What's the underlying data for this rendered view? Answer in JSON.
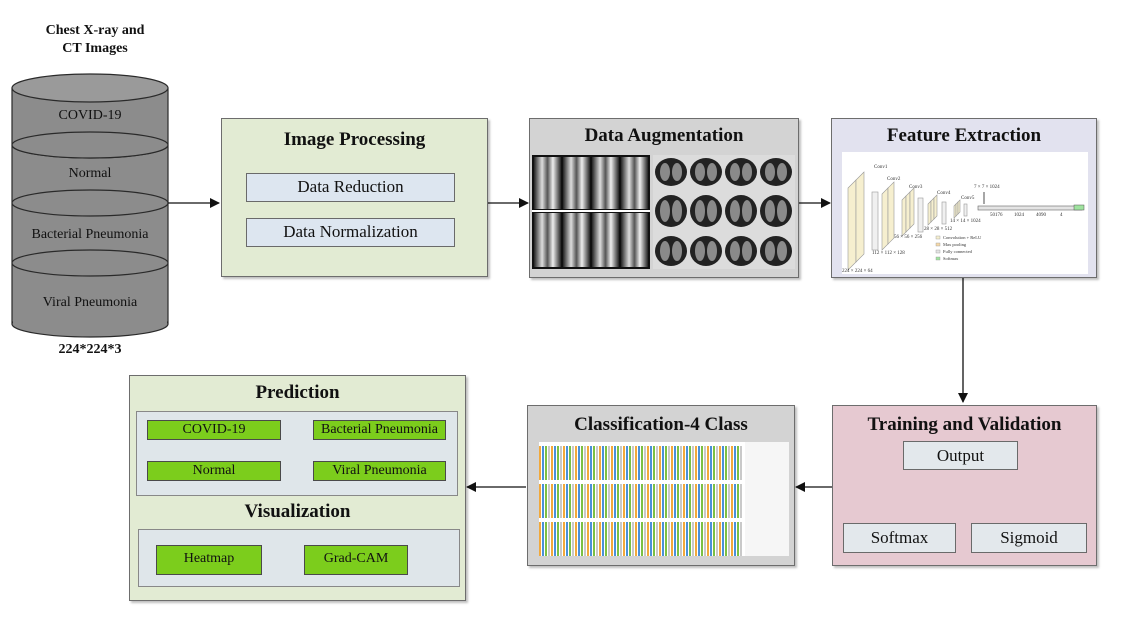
{
  "database": {
    "title_line1": "Chest X-ray and",
    "title_line2": "CT Images",
    "classes": [
      "COVID-19",
      "Normal",
      "Bacterial  Pneumonia",
      "Viral Pneumonia"
    ],
    "input_size": "224*224*3"
  },
  "image_processing": {
    "title": "Image Processing",
    "steps": [
      "Data Reduction",
      "Data Normalization"
    ]
  },
  "data_augmentation": {
    "title": "Data Augmentation"
  },
  "feature_extraction": {
    "title": "Feature Extraction",
    "layer_labels": [
      "Conv1",
      "Conv2",
      "Conv3",
      "Conv4",
      "Conv5"
    ],
    "dims": [
      "224 × 224 × 64",
      "112 × 112 × 128",
      "56 × 56 × 256",
      "28 × 28 × 512",
      "14 × 14 × 1024",
      "7 × 7 × 1024"
    ],
    "fc_values": [
      "50176",
      "1024",
      "4090",
      "4"
    ],
    "legend": [
      "Convolution + ReLU",
      "Max pooling",
      "Fully connected",
      "Softmax"
    ]
  },
  "training": {
    "title": "Training and Validation",
    "output": "Output",
    "branches": [
      "Softmax",
      "Sigmoid"
    ]
  },
  "classification": {
    "title": "Classification-4 Class"
  },
  "prediction": {
    "title": "Prediction",
    "classes": [
      "COVID-19",
      "Bacterial Pneumonia",
      "Normal",
      "Viral Pneumonia"
    ]
  },
  "visualization": {
    "title": "Visualization",
    "methods": [
      "Heatmap",
      "Grad-CAM"
    ]
  },
  "colors": {
    "image_processing_bg": "#e2ebd3",
    "augmentation_bg": "#d3d3d3",
    "feature_bg": "#e2e2ef",
    "training_bg": "#e6c9d1",
    "classification_bg": "#d3d3d3",
    "prediction_bg": "#e2ebd3",
    "green_button": "#7ccd1c",
    "database": "#8c8c8c"
  }
}
